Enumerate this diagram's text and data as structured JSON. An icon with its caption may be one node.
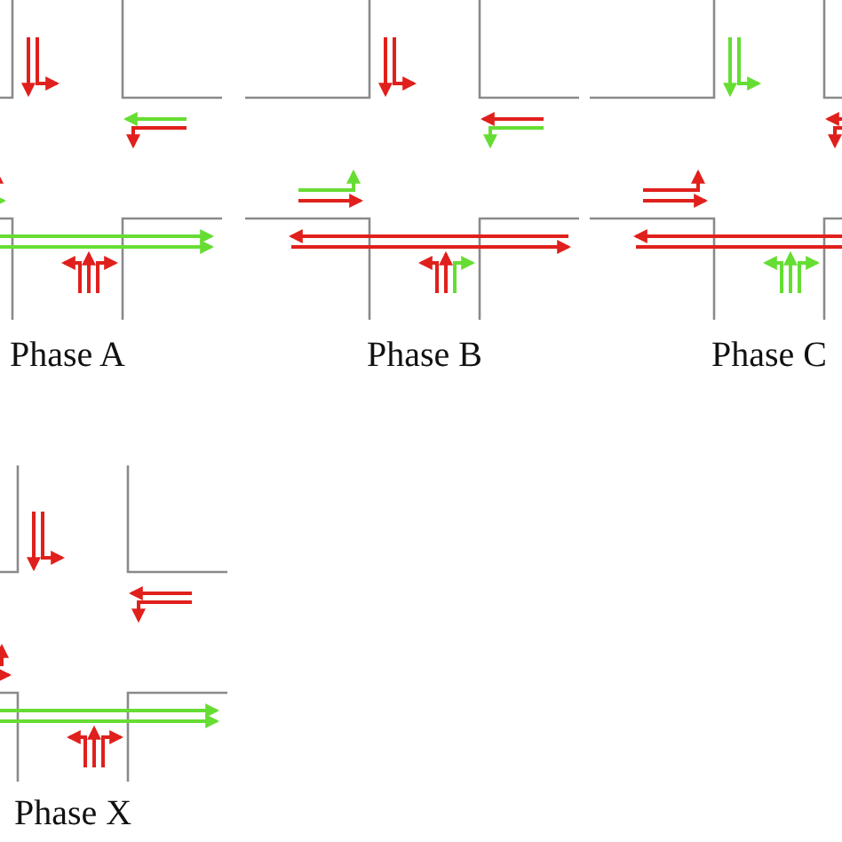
{
  "diagram": {
    "labels": [
      "Phase A",
      "Phase B",
      "Phase C",
      "Phase X"
    ]
  }
}
